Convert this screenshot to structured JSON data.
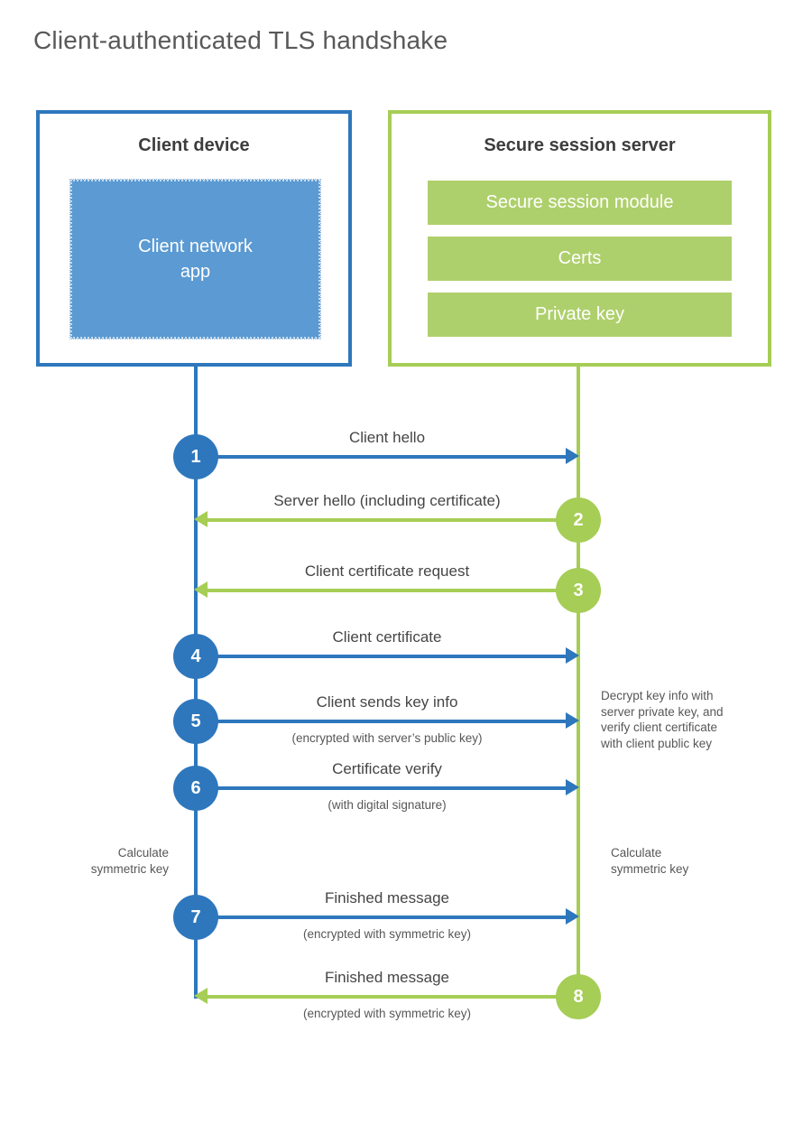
{
  "title": "Client-authenticated TLS handshake",
  "colors": {
    "client_blue": "#2e77bd",
    "client_fill_blue": "#5b9ad2",
    "server_green": "#a6cd55",
    "server_fill_green": "#aed06c"
  },
  "client": {
    "title": "Client device",
    "app_label": "Client network\napp"
  },
  "server": {
    "title": "Secure session server",
    "modules": [
      "Secure session module",
      "Certs",
      "Private key"
    ]
  },
  "steps": [
    {
      "num": "1",
      "from": "client",
      "label": "Client hello",
      "sub": ""
    },
    {
      "num": "2",
      "from": "server",
      "label": "Server hello (including certificate)",
      "sub": ""
    },
    {
      "num": "3",
      "from": "server",
      "label": "Client certificate request",
      "sub": ""
    },
    {
      "num": "4",
      "from": "client",
      "label": "Client certificate",
      "sub": ""
    },
    {
      "num": "5",
      "from": "client",
      "label": "Client sends key info",
      "sub": "(encrypted with server’s public key)"
    },
    {
      "num": "6",
      "from": "client",
      "label": "Certificate verify",
      "sub": "(with digital signature)"
    },
    {
      "num": "7",
      "from": "client",
      "label": "Finished message",
      "sub": "(encrypted with symmetric key)"
    },
    {
      "num": "8",
      "from": "server",
      "label": "Finished message",
      "sub": "(encrypted with symmetric key)"
    }
  ],
  "notes": {
    "decrypt": "Decrypt key info with\nserver private key, and\nverify client certificate\nwith client public key",
    "calc_left": "Calculate\nsymmetric key",
    "calc_right": "Calculate\nsymmetric key"
  }
}
